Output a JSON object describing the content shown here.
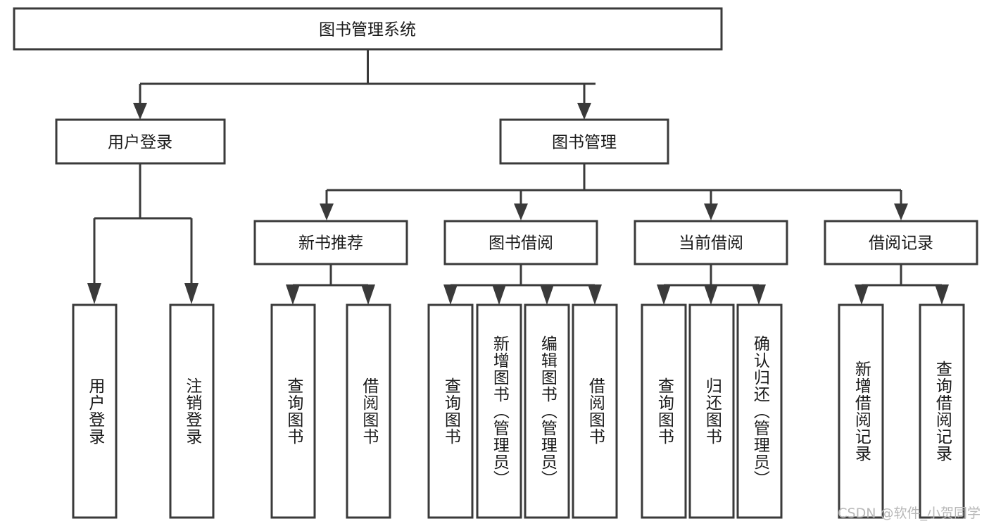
{
  "diagram": {
    "title": "图书管理系统",
    "type": "tree-hierarchy",
    "root": {
      "label": "图书管理系统"
    },
    "level2": [
      {
        "label": "用户登录"
      },
      {
        "label": "图书管理"
      }
    ],
    "level3": [
      {
        "label": "新书推荐"
      },
      {
        "label": "图书借阅"
      },
      {
        "label": "当前借阅"
      },
      {
        "label": "借阅记录"
      }
    ],
    "leaves": {
      "user_login": [
        {
          "label": "用户登录"
        },
        {
          "label": "注销登录"
        }
      ],
      "new_book_recommend": [
        {
          "label": "查询图书"
        },
        {
          "label": "借阅图书"
        }
      ],
      "book_borrow": [
        {
          "label": "查询图书"
        },
        {
          "label": "新增图书（管理员）"
        },
        {
          "label": "编辑图书（管理员）"
        },
        {
          "label": "借阅图书"
        }
      ],
      "current_borrow": [
        {
          "label": "查询图书"
        },
        {
          "label": "归还图书"
        },
        {
          "label": "确认归还（管理员）"
        }
      ],
      "borrow_record": [
        {
          "label": "新增借阅记录"
        },
        {
          "label": "查询借阅记录"
        }
      ]
    },
    "watermark": "CSDN @软件_小贺同学",
    "colors": {
      "stroke": "#3a3a3a",
      "fill": "#ffffff",
      "text": "#1a1a1a",
      "watermark": "#b8b8b8"
    }
  }
}
